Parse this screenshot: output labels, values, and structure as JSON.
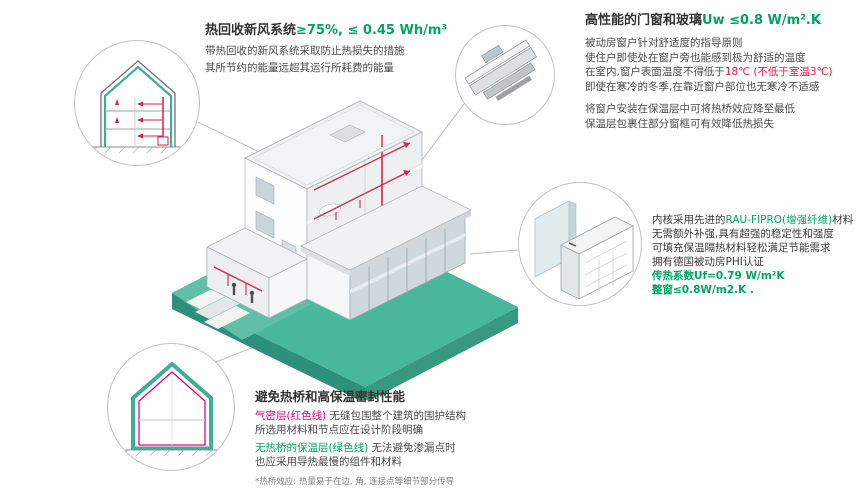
{
  "colors": {
    "teal": "#49B79C",
    "green": "#00A562",
    "red": "#E8174C",
    "pink": "#E6007E",
    "duct_red": "#D8234B",
    "dark": "#3B3B3B"
  },
  "hrv": {
    "title_black": "热回收新风系统",
    "title_green": "≥75%, ≤ 0.45 Wh/m³",
    "line1": "带热回收的新风系统采取防止热损失的措施",
    "line2": "其所节约的能量远超其运行所耗费的能量"
  },
  "windows": {
    "title_black": "高性能的门窗和玻璃",
    "title_green": "Uw ≤0.8 W/m².K",
    "p1_l1": "被动房窗户针对舒适度的指导原则",
    "p1_l2": "使住户即使处在窗户旁也能感到极为舒适的温度",
    "p1_l3_pre": "在室内,窗户表面温度不得低于",
    "p1_l3_red": "18℃ (不低于室温3℃)",
    "p1_l4": "即使在寒冷的冬季,在靠近窗户部位也无寒冷不适感",
    "p2_l1": "将窗户安装在保温层中可将热桥效应降至最低",
    "p2_l2": "保温层包裹住部分窗框可有效降低热损失"
  },
  "profile": {
    "l1_pre": "内核采用先进的",
    "l1_green": "RAU-FIPRO(增强纤维)",
    "l1_post": "材料",
    "l2": "无需额外补强,具有超强的稳定性和强度",
    "l3": "可填充保温隔热材料轻松满足节能需求",
    "l4": "拥有德国被动房PHI认证",
    "l5": "传热系数Uf=0.79 W/m²K",
    "l6": "整窗≤0.8W/m2.K ."
  },
  "thermal": {
    "title": "避免热桥和高保温密封性能",
    "l1_label": "气密层(红色线)",
    "l1_text": " 无缝包围整个建筑的围护结构",
    "l2": "所选用材料和节点应在设计阶段明确",
    "l3_label": "无热桥的保温层(绿色线)",
    "l3_text": " 无法避免渗漏点时",
    "l4": "也应采用导热最慢的组件和材料",
    "footnote": "*热桥效应: 热量易于在边, 角, 连接点等细节部分传导"
  }
}
